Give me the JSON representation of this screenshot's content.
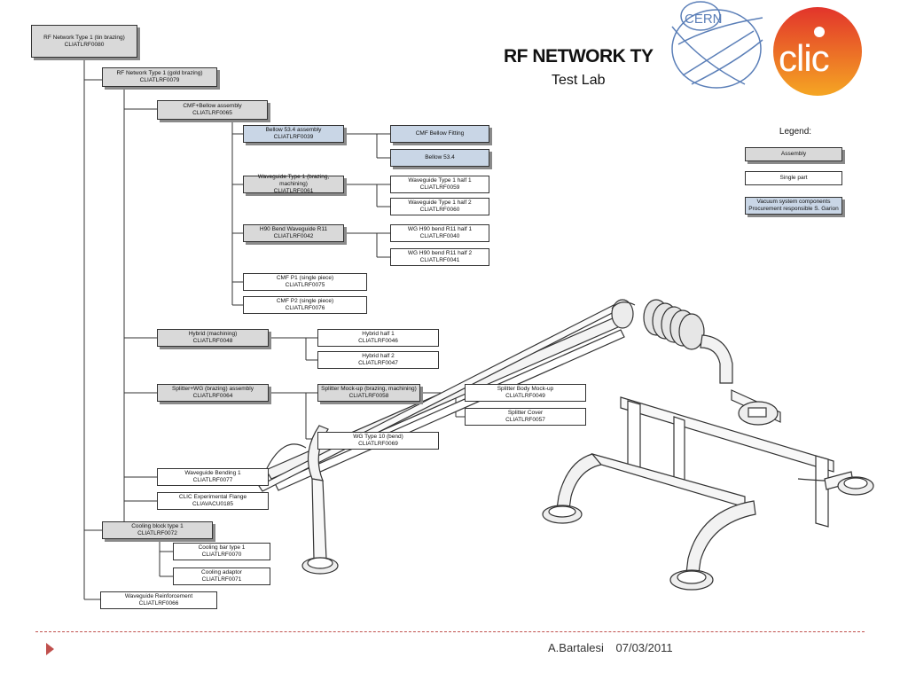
{
  "header": {
    "title": "RF NETWORK TY",
    "subtitle": "Test Lab",
    "cern_logo_text": "CERN",
    "clic_logo_text": "clic"
  },
  "legend": {
    "title": "Legend:",
    "assembly": "Assembly",
    "single": "Single part",
    "vacuum_line1": "Vacuum system components",
    "vacuum_line2": "Procurement responsible S. Garion"
  },
  "nodes": {
    "n0": {
      "label": "RF Network Type 1 (tin brazing)",
      "code": "CLIATLRF0080"
    },
    "n1": {
      "label": "RF Network Type 1 (gold brazing)",
      "code": "CLIATLRF0079"
    },
    "n2": {
      "label": "CMF+Bellow assembly",
      "code": "CLIATLRF0065"
    },
    "n3": {
      "label": "Bellow 53.4 assembly",
      "code": "CLIATLRF0039"
    },
    "n4": {
      "label": "CMF Bellow Fitting",
      "code": ""
    },
    "n5": {
      "label": "Bellow 53.4",
      "code": ""
    },
    "n6": {
      "label": "Waveguide Type 1 (brazing, machining)",
      "code": "CLIATLRF0061"
    },
    "n7": {
      "label": "Waveguide Type 1 half 1",
      "code": "CLIATLRF0059"
    },
    "n8": {
      "label": "Waveguide Type 1 half 2",
      "code": "CLIATLRF0060"
    },
    "n9": {
      "label": "H90 Bend Waveguide R11",
      "code": "CLIATLRF0042"
    },
    "n10": {
      "label": "WG H90 bend R11 half 1",
      "code": "CLIATLRF0040"
    },
    "n11": {
      "label": "WG H90 bend R11 half 2",
      "code": "CLIATLRF0041"
    },
    "n12": {
      "label": "CMF P1 (single piece)",
      "code": "CLIATLRF0075"
    },
    "n13": {
      "label": "CMF P2 (single piece)",
      "code": "CLIATLRF0076"
    },
    "n14": {
      "label": "Hybrid (machining)",
      "code": "CLIATLRF0048"
    },
    "n15": {
      "label": "Hybrid half 1",
      "code": "CLIATLRF0046"
    },
    "n16": {
      "label": "Hybrid half 2",
      "code": "CLIATLRF0047"
    },
    "n17": {
      "label": "Splitter+WG (brazing) assembly",
      "code": "CLIATLRF0064"
    },
    "n18": {
      "label": "Splitter Mock-up (brazing, machining)",
      "code": "CLIATLRF0058"
    },
    "n19": {
      "label": "Splitter Body Mock-up",
      "code": "CLIATLRF0049"
    },
    "n20": {
      "label": "Splitter Cover",
      "code": "CLIATLRF0057"
    },
    "n21": {
      "label": "WG Type 10 (bend)",
      "code": "CLIATLRF0069"
    },
    "n22": {
      "label": "Waveguide Bending 1",
      "code": "CLIATLRF0077"
    },
    "n23": {
      "label": "CLIC Experimental Flange",
      "code": "CLIAVACU0185"
    },
    "n24": {
      "label": "Cooling block type 1",
      "code": "CLIATLRF0072"
    },
    "n25": {
      "label": "Cooling bar type 1",
      "code": "CLIATLRF0070"
    },
    "n26": {
      "label": "Cooling adaptor",
      "code": "CLIATLRF0071"
    },
    "n27": {
      "label": "Waveguide Reinforcement",
      "code": "CLIATLRF0066"
    }
  },
  "footer": {
    "author": "A.Bartalesi",
    "date": "07/03/2011"
  },
  "colors": {
    "assembly_fill": "#d9d9d9",
    "vacuum_fill": "#c9d6e6",
    "footer_accent": "#c0504d",
    "clic_orange": "#f07a22",
    "clic_red": "#e2342b",
    "cern_blue": "#5b7fb8"
  }
}
